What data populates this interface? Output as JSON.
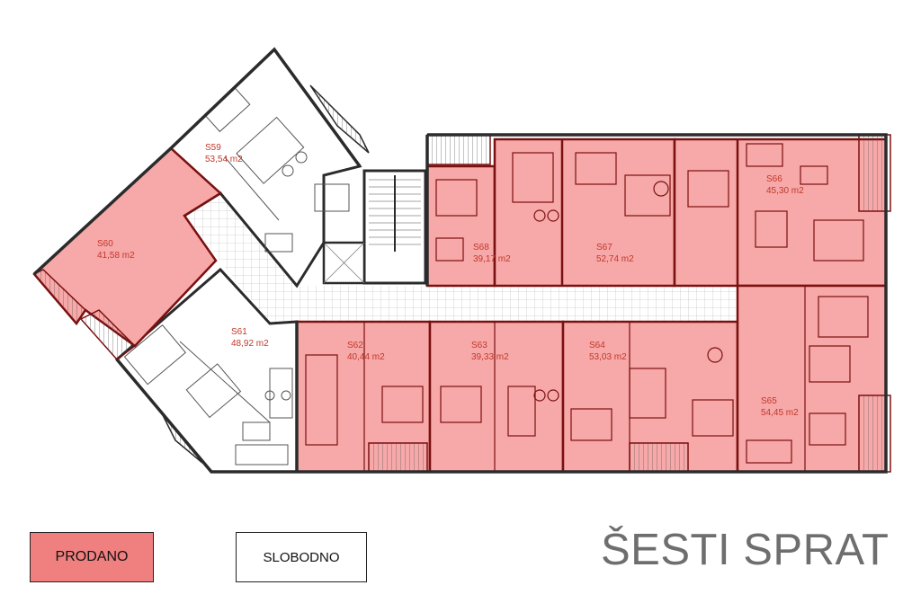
{
  "colors": {
    "sold_fill": "#f7a8a8",
    "sold_legend": "#f08080",
    "wall": "#2b2b2b",
    "sold_wall": "#7a1010",
    "label": "#c0392b",
    "title": "#6e6e6e"
  },
  "title": "ŠESTI SPRAT",
  "legend": {
    "sold": "PRODANO",
    "free": "SLOBODNO"
  },
  "apartments": [
    {
      "id": "S59",
      "area": "53,54 m2",
      "status": "free"
    },
    {
      "id": "S60",
      "area": "41,58 m2",
      "status": "sold"
    },
    {
      "id": "S61",
      "area": "48,92 m2",
      "status": "free"
    },
    {
      "id": "S62",
      "area": "40,44 m2",
      "status": "sold"
    },
    {
      "id": "S63",
      "area": "39,33 m2",
      "status": "sold"
    },
    {
      "id": "S64",
      "area": "53,03 m2",
      "status": "sold"
    },
    {
      "id": "S65",
      "area": "54,45 m2",
      "status": "sold"
    },
    {
      "id": "S66",
      "area": "45,30 m2",
      "status": "sold"
    },
    {
      "id": "S67",
      "area": "52,74 m2",
      "status": "sold"
    },
    {
      "id": "S68",
      "area": "39,17 m2",
      "status": "sold"
    }
  ]
}
